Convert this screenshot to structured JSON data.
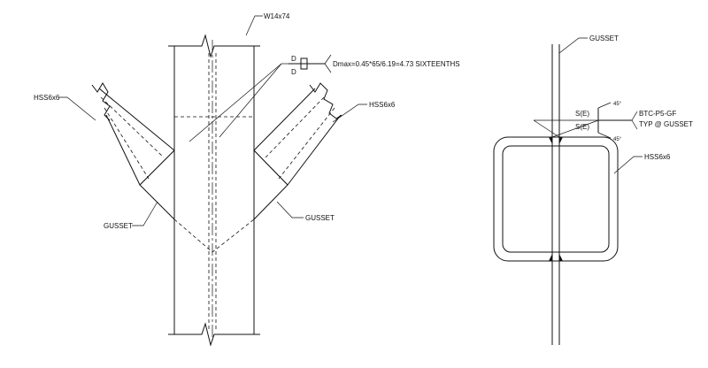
{
  "left_view": {
    "column_label": "W14x74",
    "weld_symbol": {
      "arrow_side": "D",
      "other_side": "D",
      "note": "Dmax=0.45*65/6.19=4.73 SIXTEENTHS"
    },
    "left_brace_label": "HSS6x6",
    "right_brace_label": "HSS6x6",
    "left_gusset_label": "GUSSET",
    "right_gusset_label": "GUSSET"
  },
  "right_view": {
    "gusset_label": "GUSSET",
    "weld_symbol": {
      "arrow_side": "S(E)",
      "other_side": "S(E)",
      "angle_top": "45°",
      "angle_bottom": "45°",
      "tail_note_1": "BTC-P5-GF",
      "tail_note_2": "TYP @ GUSSET"
    },
    "hss_label": "HSS6x6"
  }
}
